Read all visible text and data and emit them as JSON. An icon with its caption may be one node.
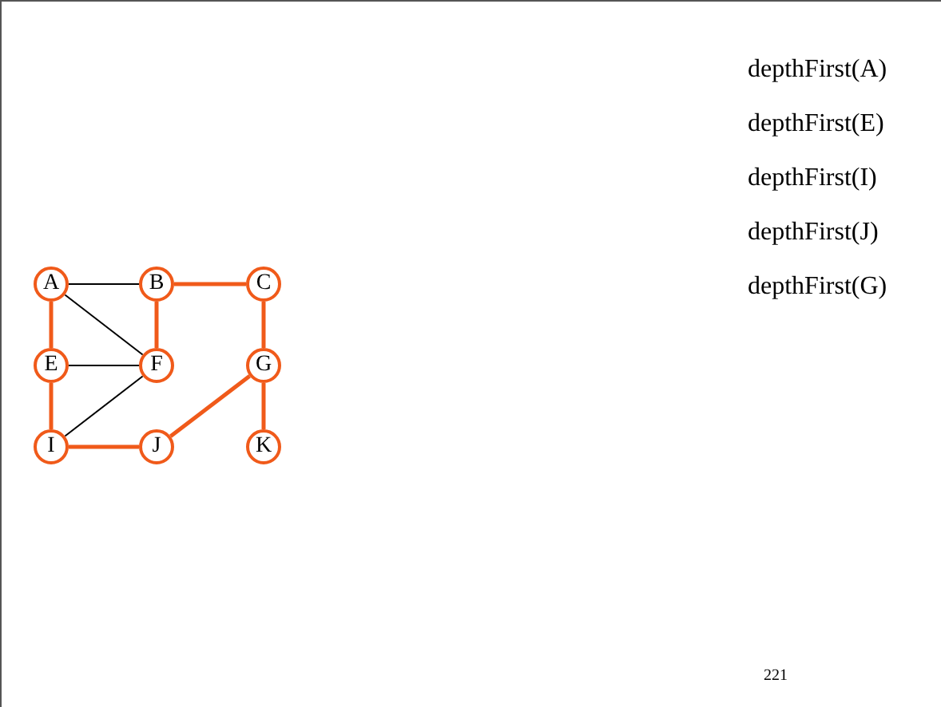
{
  "diagram": {
    "nodes": [
      {
        "text": [
          "A"
        ]
      },
      {
        "text": [
          "B"
        ]
      },
      {
        "text": [
          "C"
        ]
      },
      {
        "text": [
          "E"
        ]
      },
      {
        "text": [
          "F"
        ]
      },
      {
        "text": [
          "G"
        ]
      },
      {
        "text": [
          "I"
        ]
      },
      {
        "text": [
          "J"
        ]
      },
      {
        "text": [
          "K"
        ]
      }
    ],
    "edges": [
      {
        "from": 0,
        "to": 1,
        "arrow": "none",
        "color": "#000000"
      },
      {
        "from": 1,
        "to": 2,
        "arrow": "none"
      },
      {
        "from": 0,
        "to": 4,
        "arrow": "none",
        "color": "#000000"
      },
      {
        "from": 0,
        "to": 3,
        "arrow": "none"
      },
      {
        "from": 1,
        "to": 4,
        "arrow": "none"
      },
      {
        "from": 2,
        "to": 5,
        "arrow": "none"
      },
      {
        "from": 3,
        "to": 4,
        "arrow": "none",
        "color": "#000000"
      },
      {
        "from": 3,
        "to": 6,
        "arrow": "none"
      },
      {
        "from": 6,
        "to": 4,
        "arrow": "none",
        "color": "#000000"
      },
      {
        "from": 6,
        "to": 7,
        "arrow": "none"
      },
      {
        "from": 7,
        "to": 5,
        "arrow": "none"
      },
      {
        "from": 5,
        "to": 8,
        "arrow": "none"
      }
    ],
    "labels": [
      "depthFirst(A)",
      "depthFirst(E)",
      "depthFirst(I)",
      "depthFirst(J)",
      "depthFirst(G)",
      "221"
    ]
  }
}
